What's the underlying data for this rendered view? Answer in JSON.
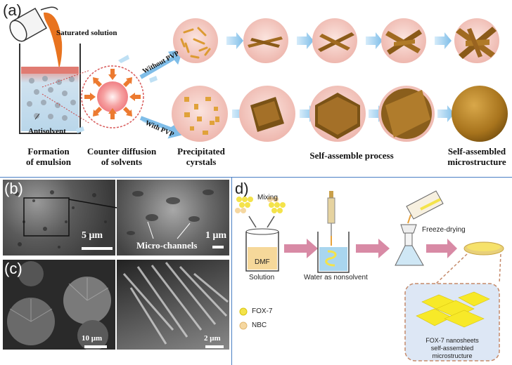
{
  "panel_a": {
    "label": "(a)",
    "saturated_solution": "Saturated solution",
    "antisolvent": "Antisolvent",
    "without_pvp": "Without PVP",
    "with_pvp": "With PVP",
    "captions": {
      "formation": [
        "Formation",
        "of emulsion"
      ],
      "counter": [
        "Counter diffusion",
        "of solvents"
      ],
      "precipitated": [
        "Precipitated",
        "cyrstals"
      ],
      "self_assemble_process": "Self-assemble process",
      "self_assembled": [
        "Self-assembled",
        "microstructure"
      ]
    }
  },
  "panel_b": {
    "label": "(b)",
    "scale_left": "5 μm",
    "scale_right": "1 μm",
    "annotation": "Micro-channels"
  },
  "panel_c": {
    "label": "(c)",
    "scale_left": "10 μm",
    "scale_right": "2 μm"
  },
  "panel_d": {
    "label": "d)",
    "mixing": "Mixing",
    "dmf": "DMF",
    "solution": "Solution",
    "water_nonsolvent": "Water as nonsolvent",
    "freeze_drying": "Freeze-drying",
    "legend": [
      {
        "name": "FOX-7",
        "color": "#f4e34a"
      },
      {
        "name": "NBC",
        "color": "#f5d7a0"
      }
    ],
    "result": [
      "FOX-7 nanosheets",
      "self-assembled",
      "microstructure"
    ]
  },
  "colors": {
    "sphere_fill": "#f4c8c0",
    "crystal": "#e0a23a",
    "arrow_blue": "#8ec7ea",
    "arrow_pink": "#d88aa5",
    "divider": "#4a7fc4"
  }
}
